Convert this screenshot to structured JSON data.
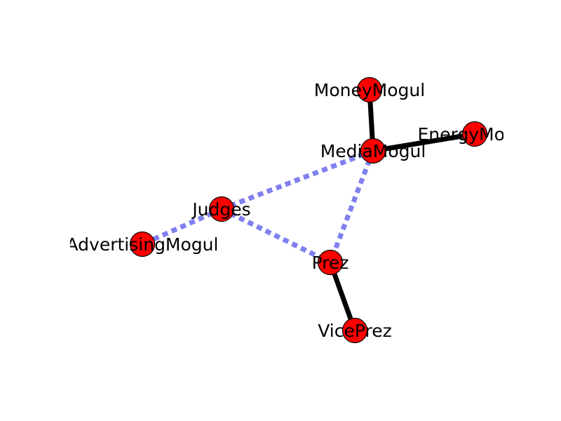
{
  "graph": {
    "colors": {
      "node_fill": "#ff0000",
      "node_stroke": "#000000",
      "strong_edge": "#000000",
      "weak_edge": "#8080f0",
      "background": "#ffffff"
    },
    "nodes": [
      {
        "id": "MoneyMogul",
        "label": "MoneyMogul"
      },
      {
        "id": "EnergyMogul",
        "label": "EnergyMogul"
      },
      {
        "id": "MediaMogul",
        "label": "MediaMogul"
      },
      {
        "id": "Judges",
        "label": "Judges"
      },
      {
        "id": "AdvertisingMogul",
        "label": "AdvertisingMogul"
      },
      {
        "id": "Prez",
        "label": "Prez"
      },
      {
        "id": "VicePrez",
        "label": "VicePrez"
      }
    ],
    "edges": [
      {
        "source": "MoneyMogul",
        "target": "MediaMogul",
        "style": "solid"
      },
      {
        "source": "EnergyMogul",
        "target": "MediaMogul",
        "style": "solid"
      },
      {
        "source": "Prez",
        "target": "VicePrez",
        "style": "solid"
      },
      {
        "source": "MediaMogul",
        "target": "Judges",
        "style": "dashed"
      },
      {
        "source": "MediaMogul",
        "target": "Prez",
        "style": "dashed"
      },
      {
        "source": "Judges",
        "target": "AdvertisingMogul",
        "style": "dashed"
      },
      {
        "source": "Judges",
        "target": "Prez",
        "style": "dashed"
      }
    ]
  }
}
